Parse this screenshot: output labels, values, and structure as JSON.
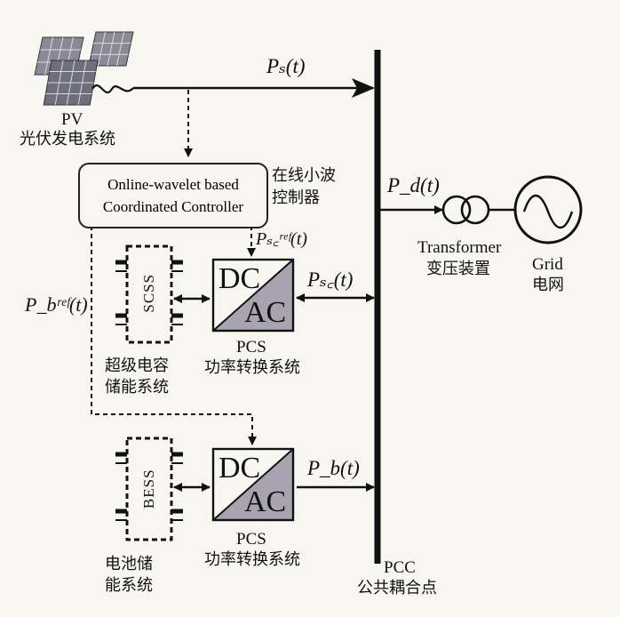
{
  "pv": {
    "label": "PV",
    "label_zh": "光伏发电系统"
  },
  "signals": {
    "ps": "Pₛ(t)",
    "pd": "P_d(t)",
    "psc_ref": "Pₛ꜀ʳᵉᶠ(t)",
    "pb_ref": "P_bʳᵉᶠ(t)",
    "psc": "Pₛ꜀(t)",
    "pb": "P_b(t)"
  },
  "controller": {
    "line1": "Online-wavelet based",
    "line2": "Coordinated Controller",
    "label_zh_1": "在线小波",
    "label_zh_2": "控制器"
  },
  "scss": {
    "label": "SCSS",
    "zh_1": "超级电容",
    "zh_2": "储能系统"
  },
  "bess": {
    "label": "BESS",
    "zh_1": "电池储",
    "zh_2": "能系统"
  },
  "pcs": {
    "dc": "DC",
    "ac": "AC",
    "label": "PCS",
    "zh": "功率转换系统"
  },
  "transformer": {
    "label": "Transformer",
    "zh": "变压装置"
  },
  "grid": {
    "label": "Grid",
    "zh": "电网"
  },
  "pcc": {
    "label": "PCC",
    "zh": "公共耦合点"
  },
  "colors": {
    "line": "#111111",
    "pcs_fill": "#a8a3b0",
    "pv_panel": "#7a7a86"
  }
}
